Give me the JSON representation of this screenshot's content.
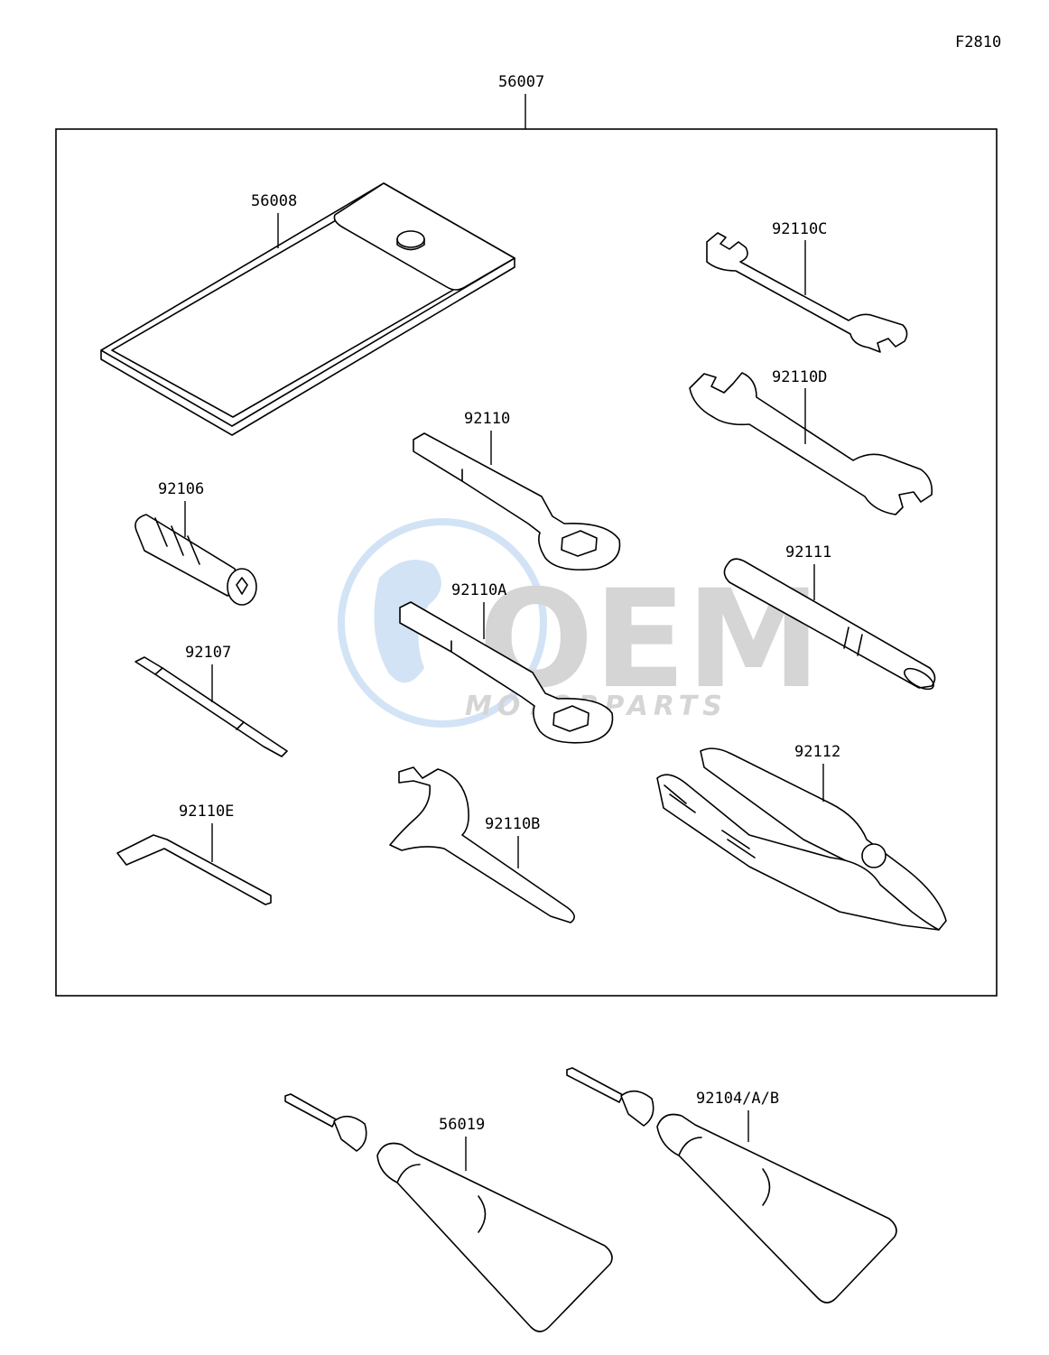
{
  "figure_code": "F2810",
  "kit": {
    "part_number": "56007"
  },
  "parts": {
    "p56008": "56008",
    "p92110C": "92110C",
    "p92110D": "92110D",
    "p92110": "92110",
    "p92106": "92106",
    "p92111": "92111",
    "p92110A": "92110A",
    "p92107": "92107",
    "p92112": "92112",
    "p92110E": "92110E",
    "p92110B": "92110B",
    "p56019": "56019",
    "p92104AB": "92104/A/B"
  },
  "watermark": {
    "logo": "OEM",
    "text": "MOTORPARTS"
  },
  "colors": {
    "line": "#000000",
    "background": "#ffffff",
    "watermark": "#cfd9e6"
  }
}
